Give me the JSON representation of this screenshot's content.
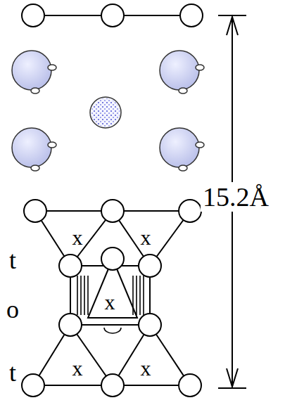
{
  "diagram": {
    "labels": [
      "t",
      "x",
      "x",
      "o",
      "x",
      "t",
      "x",
      "x",
      "15.2Å"
    ]
  }
}
